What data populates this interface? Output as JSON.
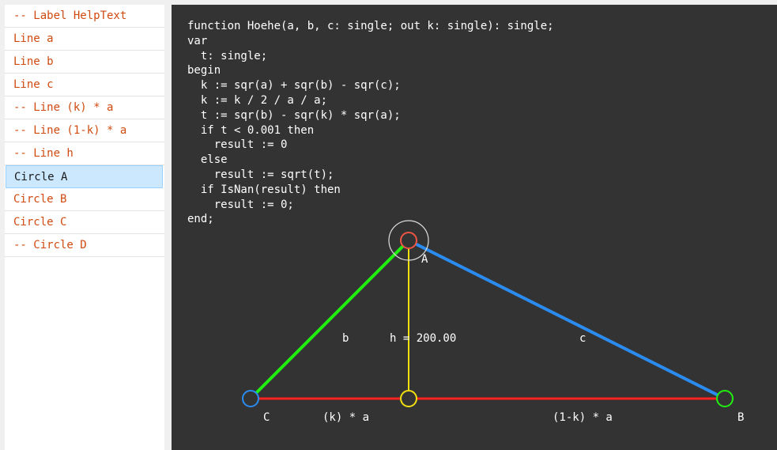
{
  "sidebar": {
    "items": [
      {
        "label": "-- Label HelpText",
        "selected": false
      },
      {
        "label": "Line a",
        "selected": false
      },
      {
        "label": "Line b",
        "selected": false
      },
      {
        "label": "Line c",
        "selected": false
      },
      {
        "label": "-- Line (k) * a",
        "selected": false
      },
      {
        "label": "-- Line (1-k) * a",
        "selected": false
      },
      {
        "label": "-- Line h",
        "selected": false
      },
      {
        "label": "Circle A",
        "selected": true
      },
      {
        "label": "Circle B",
        "selected": false
      },
      {
        "label": "Circle C",
        "selected": false
      },
      {
        "label": "-- Circle D",
        "selected": false
      }
    ]
  },
  "help_text": {
    "code": "function Hoehe(a, b, c: single; out k: single): single;\nvar\n  t: single;\nbegin\n  k := sqr(a) + sqr(b) - sqr(c);\n  k := k / 2 / a / a;\n  t := sqr(b) - sqr(k) * sqr(a);\n  if t < 0.001 then\n    result := 0\n  else\n    result := sqrt(t);\n  if IsNan(result) then\n    result := 0;\nend;"
  },
  "figure": {
    "label_a": "A",
    "label_b": "B",
    "label_c": "C",
    "side_b": "b",
    "side_c": "c",
    "height_label": "h = 200.00",
    "seg_k_label": "(k) * a",
    "seg_1k_label": "(1-k) * a"
  },
  "colors": {
    "canvas_bg": "#333333",
    "line_a": "#ff2222",
    "line_b": "#22ee11",
    "line_c": "#2a8cf0",
    "line_h": "#f0e010",
    "circle_a": "#ee5544",
    "circle_b": "#22ee11",
    "circle_c": "#2a8cf0",
    "circle_d": "#f0e010",
    "selection_ring": "#dddddd",
    "sidebar_text": "#d04a10"
  }
}
